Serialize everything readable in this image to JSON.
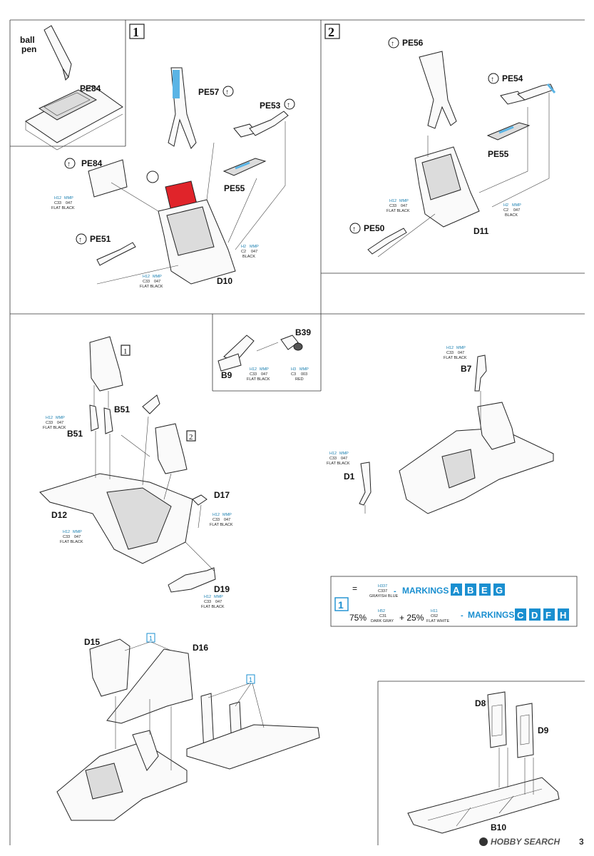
{
  "steps": {
    "step1": "1",
    "step2": "2",
    "ref1": "1",
    "ref2": "2",
    "ref_blue_a": "1",
    "ref_blue_b": "1"
  },
  "inset": {
    "tool_label_1": "ball",
    "tool_label_2": "pen",
    "part": "PE84"
  },
  "parts": {
    "PE57": "PE57",
    "PE53": "PE53",
    "PE55a": "PE55",
    "PE84": "PE84",
    "PE51": "PE51",
    "D10": "D10",
    "PE56": "PE56",
    "PE54": "PE54",
    "PE55b": "PE55",
    "PE50": "PE50",
    "D11": "D11",
    "B39": "B39",
    "B9": "B9",
    "B51a": "B51",
    "B51b": "B51",
    "D12": "D12",
    "D17": "D17",
    "D19": "D19",
    "B7": "B7",
    "D1": "D1",
    "D15": "D15",
    "D16": "D16",
    "D8": "D8",
    "D9": "D9",
    "B10": "B10"
  },
  "paint": {
    "h12": "H12",
    "mmp": "MMP",
    "c33": "C33",
    "n047": "047",
    "flat_black": "FLAT BLACK",
    "h2": "H2",
    "c2": "C2",
    "black": "BLACK",
    "h3": "H3",
    "c3": "C3",
    "n003": "003",
    "red": "RED"
  },
  "legend": {
    "h337": "H337",
    "c337": "C337",
    "grayish_blue": "GRAYISH BLUE",
    "markings": "MARKINGS",
    "row1_letters": [
      "A",
      "B",
      "E",
      "G"
    ],
    "eq": "=",
    "pct75": "75%",
    "h52": "H52",
    "c31": "C31",
    "dark_gray": "DARK GRAY",
    "plus25": "+ 25%",
    "h11": "H11",
    "c62": "C62",
    "flat_white": "FLAT WHITE",
    "row2_letters": [
      "C",
      "D",
      "F",
      "H"
    ],
    "dash": "-"
  },
  "footer": {
    "watermark": "HOBBY SEARCH",
    "page": "3"
  },
  "colors": {
    "accent_blue": "#1a8fd0",
    "red_part": "#e0242a",
    "paint_green": "#2a9a5a"
  }
}
